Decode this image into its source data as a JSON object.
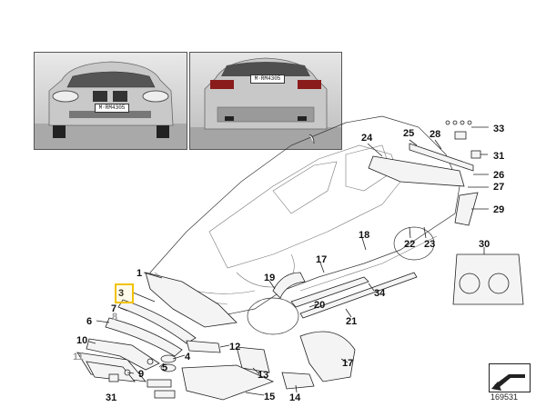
{
  "plates": {
    "front": "M·RM4305",
    "rear": "M·RM4305"
  },
  "catalog_number": "169531",
  "highlighted_callout": "3",
  "callouts": {
    "c1": "1",
    "c3": "3",
    "c4": "4",
    "c5": "5",
    "c6": "6",
    "c7": "7",
    "c8": "8",
    "c9": "9",
    "c10": "10",
    "c11": "11",
    "c12": "12",
    "c13": "13",
    "c14": "14",
    "c15": "15",
    "c17": "17",
    "c18": "18",
    "c19": "19",
    "c20": "20",
    "c21": "21",
    "c22": "22",
    "c23": "23",
    "c24": "24",
    "c25": "25",
    "c26": "26",
    "c27": "27",
    "c28": "28",
    "c29": "29",
    "c30": "30",
    "c31a": "31",
    "c31b": "31",
    "c33": "33",
    "c34": "34"
  },
  "colors": {
    "highlight": "#f2c200",
    "line": "#222222"
  }
}
